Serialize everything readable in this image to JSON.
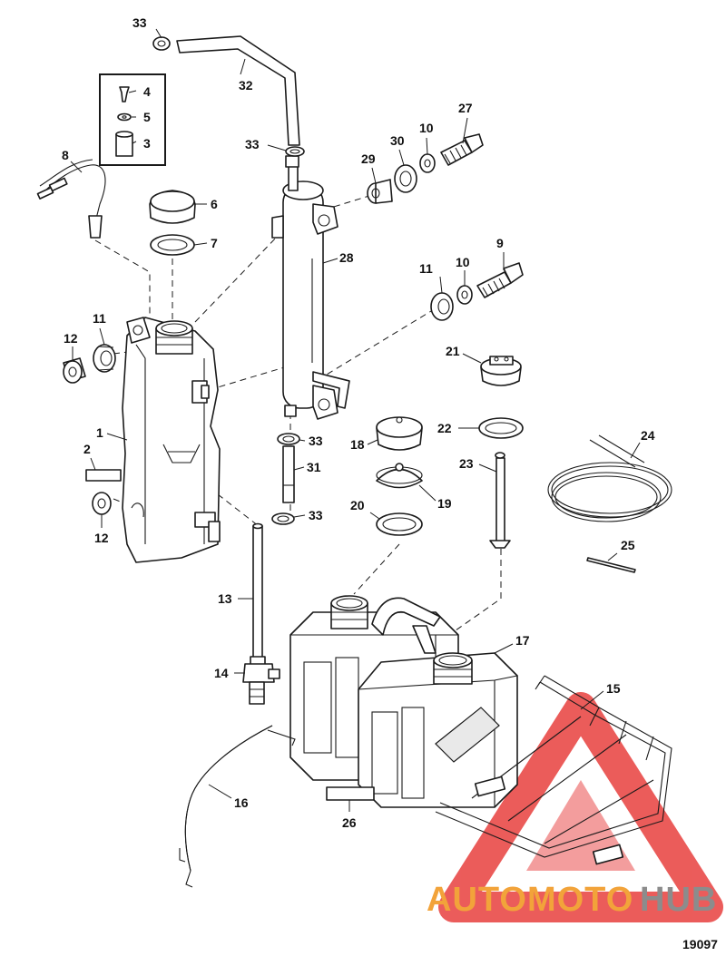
{
  "diagram": {
    "figure_id": "19097",
    "callouts": [
      "33",
      "32",
      "4",
      "5",
      "3",
      "8",
      "6",
      "7",
      "33",
      "29",
      "30",
      "10",
      "27",
      "28",
      "11",
      "10",
      "9",
      "11",
      "12",
      "1",
      "21",
      "2",
      "12",
      "22",
      "18",
      "24",
      "23",
      "31",
      "19",
      "20",
      "25",
      "13",
      "17",
      "15",
      "14",
      "16",
      "26",
      "33",
      "33"
    ]
  },
  "watermark": {
    "part1": "AUTOMOTO",
    "part2": "HUB",
    "color_orange": "#f2a33a",
    "color_red": "#e8403e",
    "color_gray": "#8c8c8c"
  }
}
